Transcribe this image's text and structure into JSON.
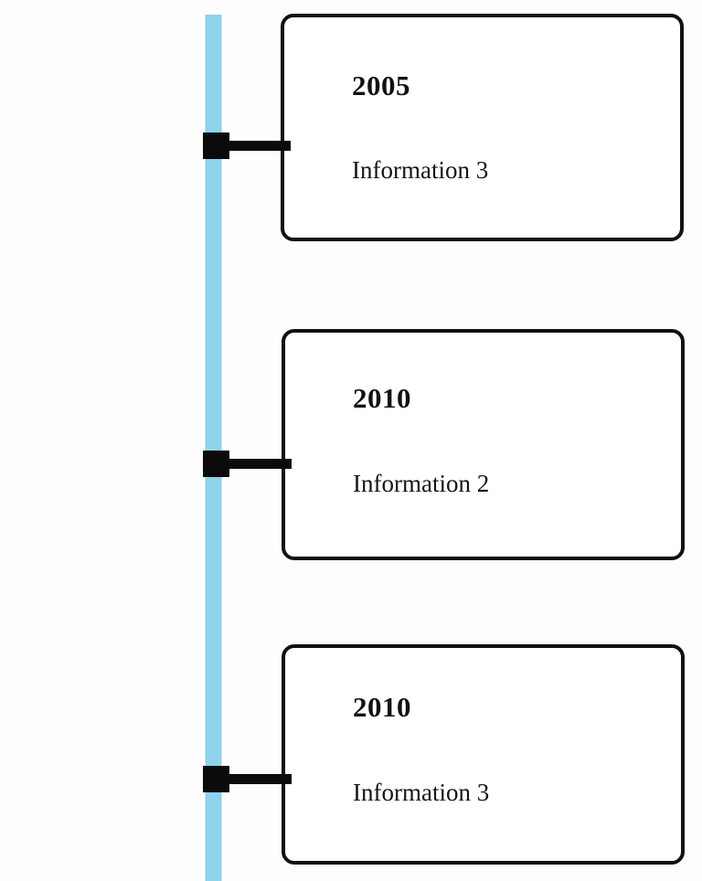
{
  "diagram": {
    "type": "vertical-timeline",
    "background_color": "#fdfdfd",
    "axis": {
      "name": "timeline-axis",
      "color": "#8ed2ec",
      "orientation": "vertical"
    },
    "marker_color": "#0b0b0b",
    "card_border_color": "#111111",
    "card_fill_color": "#ffffff",
    "events": [
      {
        "year": "2005",
        "info": "Information 3"
      },
      {
        "year": "2010",
        "info": "Information 2"
      },
      {
        "year": "2010",
        "info": "Information 3"
      }
    ]
  }
}
